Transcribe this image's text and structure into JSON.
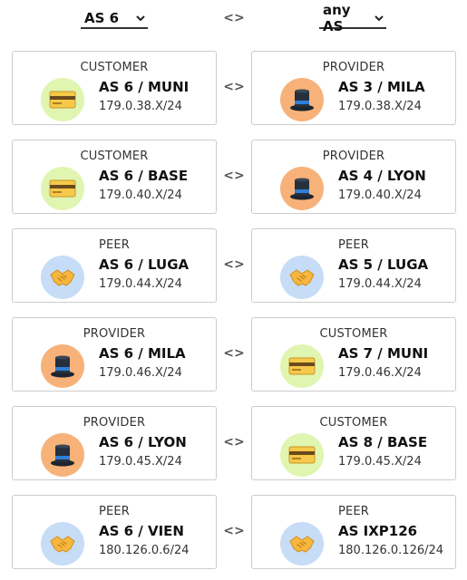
{
  "header": {
    "left_selector": "AS 6",
    "right_selector": "any AS",
    "separator": "<>"
  },
  "colors": {
    "customer_icon_bg": "#dff5b0",
    "provider_icon_bg": "#f7b27a",
    "peer_icon_bg": "#c7dcf7"
  },
  "rows": [
    {
      "separator": "<>",
      "left": {
        "role": "CUSTOMER",
        "icon": "credit-card-icon",
        "name": "AS 6 / MUNI",
        "prefix": "179.0.38.X/24"
      },
      "right": {
        "role": "PROVIDER",
        "icon": "top-hat-icon",
        "name": "AS 3 / MILA",
        "prefix": "179.0.38.X/24"
      }
    },
    {
      "separator": "<>",
      "left": {
        "role": "CUSTOMER",
        "icon": "credit-card-icon",
        "name": "AS 6 / BASE",
        "prefix": "179.0.40.X/24"
      },
      "right": {
        "role": "PROVIDER",
        "icon": "top-hat-icon",
        "name": "AS 4 / LYON",
        "prefix": "179.0.40.X/24"
      }
    },
    {
      "separator": "<>",
      "left": {
        "role": "PEER",
        "icon": "handshake-icon",
        "name": "AS 6 / LUGA",
        "prefix": "179.0.44.X/24"
      },
      "right": {
        "role": "PEER",
        "icon": "handshake-icon",
        "name": "AS 5 / LUGA",
        "prefix": "179.0.44.X/24"
      }
    },
    {
      "separator": "<>",
      "left": {
        "role": "PROVIDER",
        "icon": "top-hat-icon",
        "name": "AS 6 / MILA",
        "prefix": "179.0.46.X/24"
      },
      "right": {
        "role": "CUSTOMER",
        "icon": "credit-card-icon",
        "name": "AS 7 / MUNI",
        "prefix": "179.0.46.X/24"
      }
    },
    {
      "separator": "<>",
      "left": {
        "role": "PROVIDER",
        "icon": "top-hat-icon",
        "name": "AS 6 / LYON",
        "prefix": "179.0.45.X/24"
      },
      "right": {
        "role": "CUSTOMER",
        "icon": "credit-card-icon",
        "name": "AS 8 / BASE",
        "prefix": "179.0.45.X/24"
      }
    },
    {
      "separator": "<>",
      "left": {
        "role": "PEER",
        "icon": "handshake-icon",
        "name": "AS 6 / VIEN",
        "prefix": "180.126.0.6/24"
      },
      "right": {
        "role": "PEER",
        "icon": "handshake-icon",
        "name": "AS IXP126",
        "prefix": "180.126.0.126/24"
      }
    }
  ]
}
